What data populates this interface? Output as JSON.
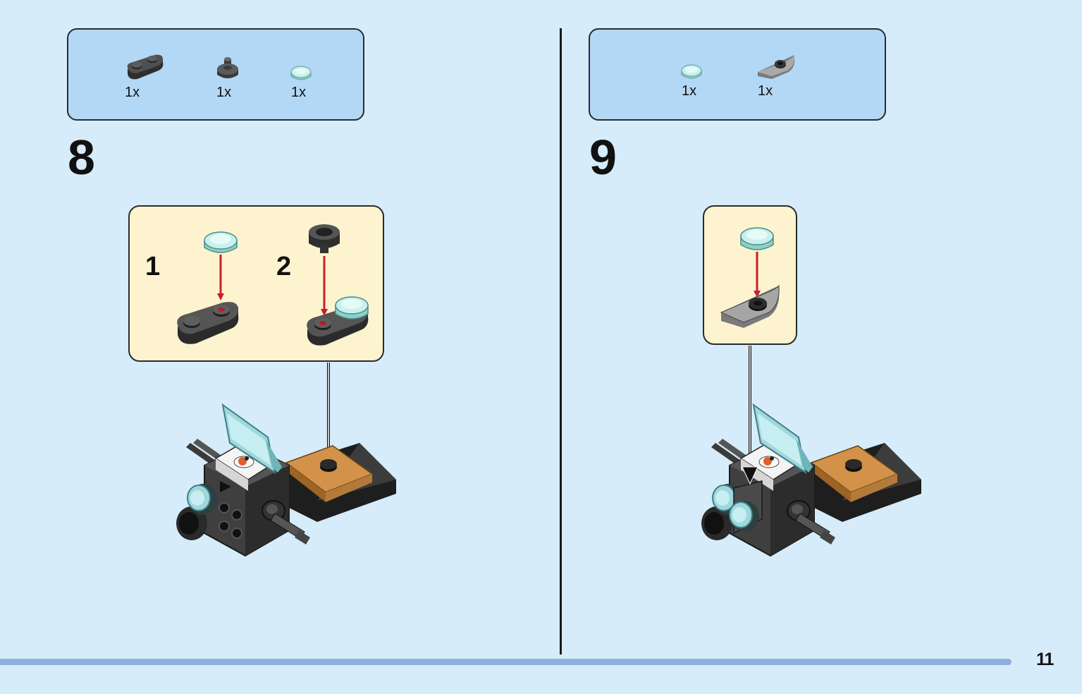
{
  "page": {
    "number": "11"
  },
  "steps": [
    {
      "number": "8",
      "parts": [
        {
          "icon": "dark-gray-plate-1x2-rounded-icon",
          "qty": "1x"
        },
        {
          "icon": "dark-gray-round-plate-bar-icon",
          "qty": "1x"
        },
        {
          "icon": "trans-light-blue-round-tile-icon",
          "qty": "1x"
        }
      ],
      "substeps": [
        "1",
        "2"
      ]
    },
    {
      "number": "9",
      "parts": [
        {
          "icon": "trans-light-blue-round-tile-icon",
          "qty": "1x"
        },
        {
          "icon": "light-gray-wedge-plate-icon",
          "qty": "1x"
        }
      ]
    }
  ],
  "colors": {
    "background": "#d6ecfa",
    "parts_box": "#b3d8f6",
    "callout": "#fdf3cf",
    "arrow_red": "#c8202c",
    "footer_bar": "#8fb0dc",
    "dark_gray": "#4a4a4a",
    "trans_light_blue": "#bfe9e6",
    "orange": "#d2924a"
  }
}
